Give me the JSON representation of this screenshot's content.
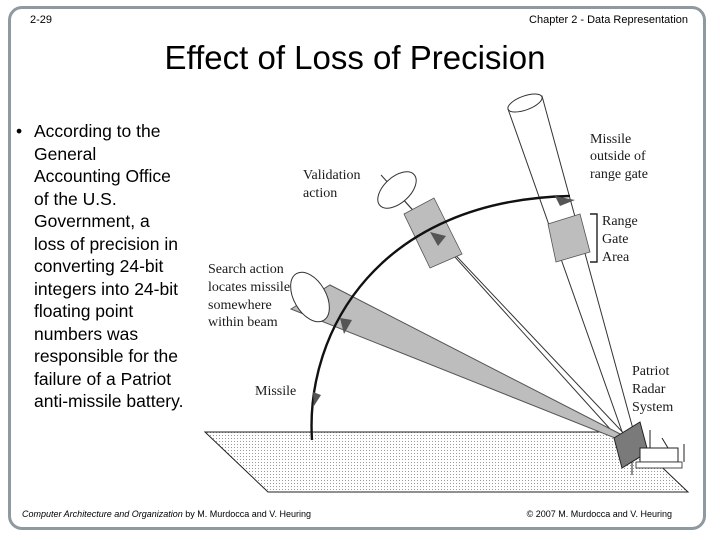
{
  "header": {
    "slide_number": "2-29",
    "chapter": "Chapter 2 - Data Representation",
    "title": "Effect of Loss of Precision"
  },
  "bullet": {
    "lines": [
      "According to the",
      "General",
      "Accounting Office",
      "of the U.S.",
      "Government, a",
      "loss of precision in",
      "converting 24-bit",
      "integers into 24-bit",
      "floating point",
      "numbers was",
      "responsible for the",
      "failure of a Patriot",
      "anti-missile battery."
    ]
  },
  "diagram": {
    "labels": {
      "validation": [
        "Validation",
        "action"
      ],
      "search": [
        "Search action",
        "locates missile",
        "somewhere",
        "within beam"
      ],
      "missile": [
        "Missile"
      ],
      "outside": [
        "Missile",
        "outside of",
        "range gate"
      ],
      "range_gate": [
        "Range",
        "Gate",
        "Area"
      ],
      "patriot": [
        "Patriot",
        "Radar",
        "System"
      ]
    }
  },
  "footer": {
    "book_title": "Computer Architecture and Organization",
    "authors": " by M. Murdocca and V. Heuring",
    "copyright": "© 2007 M. Murdocca and V. Heuring"
  }
}
